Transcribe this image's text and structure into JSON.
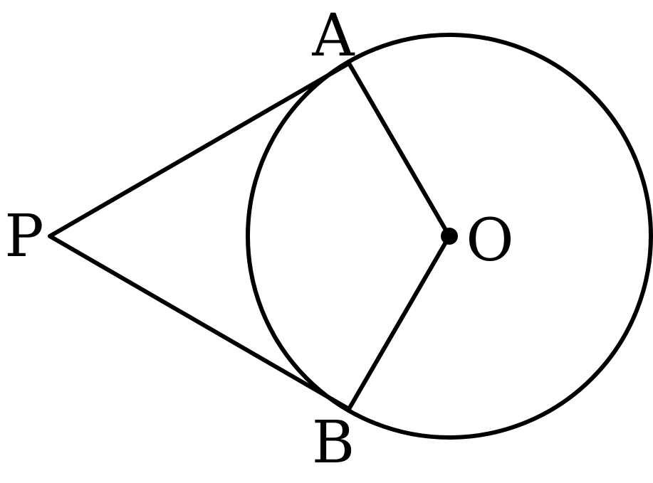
{
  "figure": {
    "points": {
      "A": "A",
      "B": "B",
      "P": "P",
      "O": "O"
    },
    "colors": {
      "stroke": "#000000",
      "background": "#ffffff"
    }
  }
}
